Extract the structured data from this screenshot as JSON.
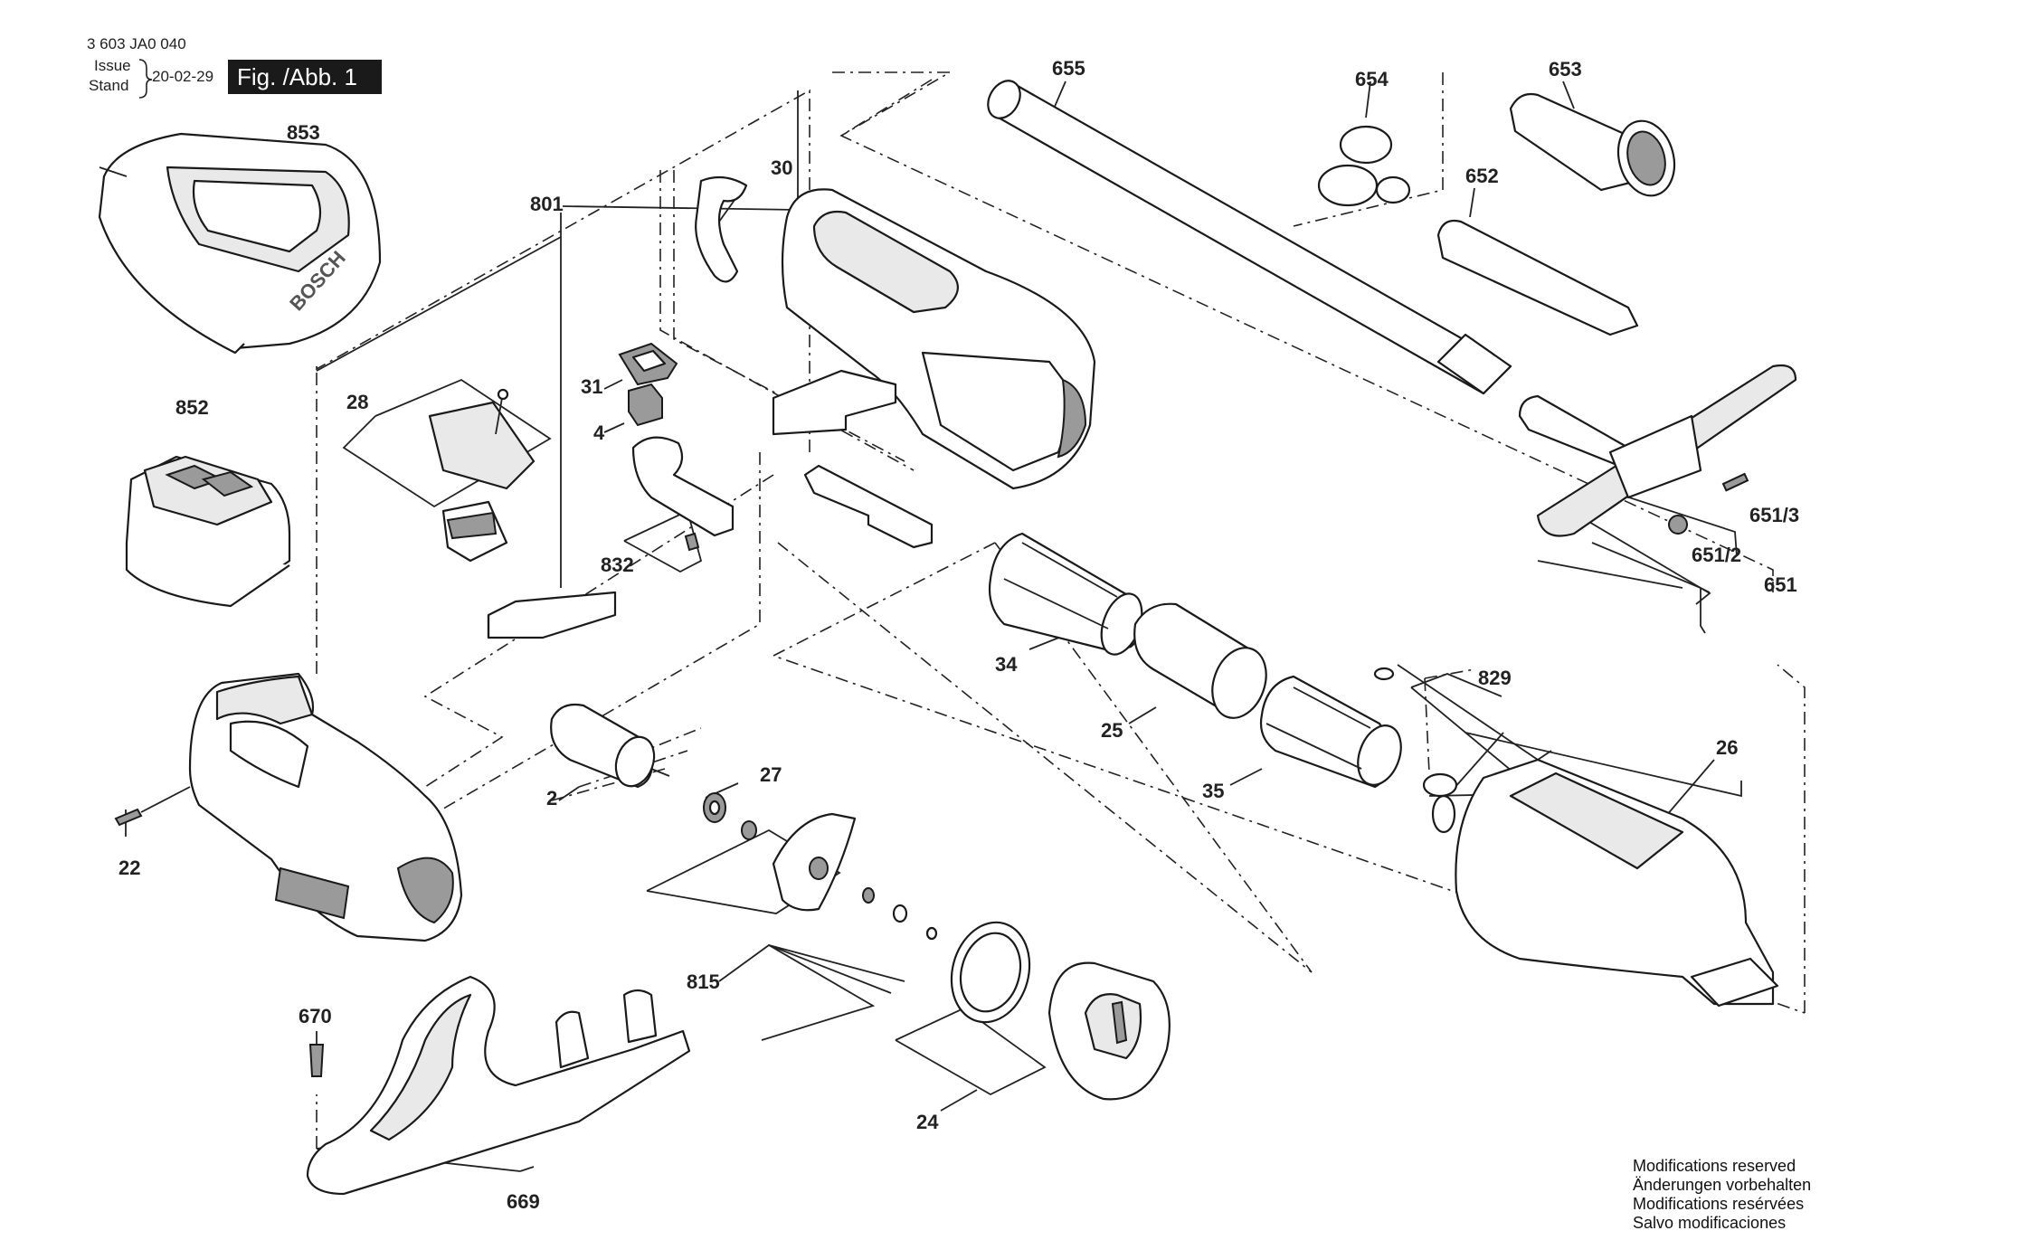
{
  "header": {
    "doc_number": "3 603 JA0 040",
    "issue_label": "Issue",
    "stand_label": "Stand",
    "issue_date": "20-02-29",
    "figure_label": "Fig. /Abb. 1"
  },
  "parts": {
    "p853": "853",
    "p852": "852",
    "p801": "801",
    "p28": "28",
    "p30": "30",
    "p31": "31",
    "p4": "4",
    "p832": "832",
    "p655": "655",
    "p654": "654",
    "p653": "653",
    "p652": "652",
    "p651_3": "651/3",
    "p651_2": "651/2",
    "p651": "651",
    "p34": "34",
    "p25": "25",
    "p35": "35",
    "p829": "829",
    "p26": "26",
    "p2": "2",
    "p27": "27",
    "p22": "22",
    "p815": "815",
    "p670": "670",
    "p24": "24",
    "p669": "669"
  },
  "charger_logo": "BOSCH",
  "notes": [
    "Modifications reserved",
    "Änderungen vorbehalten",
    "Modifications resérvées",
    "Salvo modificaciones"
  ],
  "colors": {
    "line": "#1a1a1a",
    "figure_label_bg": "#1a1a1a",
    "part_fill": "#e9e9e9"
  }
}
